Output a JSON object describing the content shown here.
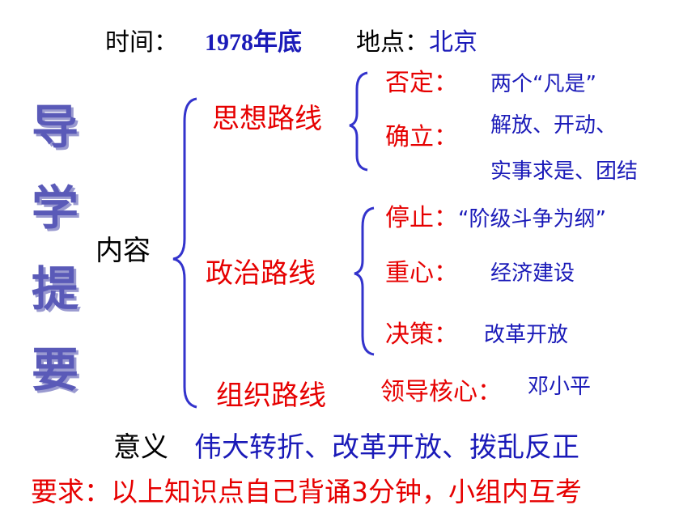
{
  "header": {
    "time_label": "时间：",
    "time_value": "1978年底",
    "place_label": "地点：",
    "place_value": "北京"
  },
  "side_title": [
    "导",
    "学",
    "提",
    "要"
  ],
  "content_label": "内容",
  "branches": {
    "ideology": {
      "title": "思想路线",
      "negate_label": "否定：",
      "negate_value": "两个“凡是”",
      "establish_label": "确立：",
      "establish_value_1": "解放、开动、",
      "establish_value_2": "实事求是、团结"
    },
    "politics": {
      "title": "政治路线",
      "stop_label": "停止：",
      "stop_value": "“阶级斗争为纲”",
      "focus_label": "重心：",
      "focus_value": "经济建设",
      "decision_label": "决策：",
      "decision_value": "改革开放"
    },
    "organization": {
      "title": "组织路线",
      "core_label": "领导核心：",
      "core_value": "邓小平"
    }
  },
  "significance": {
    "label": "意义",
    "value": "伟大转折、改革开放、拨乱反正"
  },
  "requirement": "要求：以上知识点自己背诵3分钟，小组内互考",
  "colors": {
    "blue": "#1a1ab8",
    "red": "#e60000",
    "side_title": "#5a5ab8"
  }
}
